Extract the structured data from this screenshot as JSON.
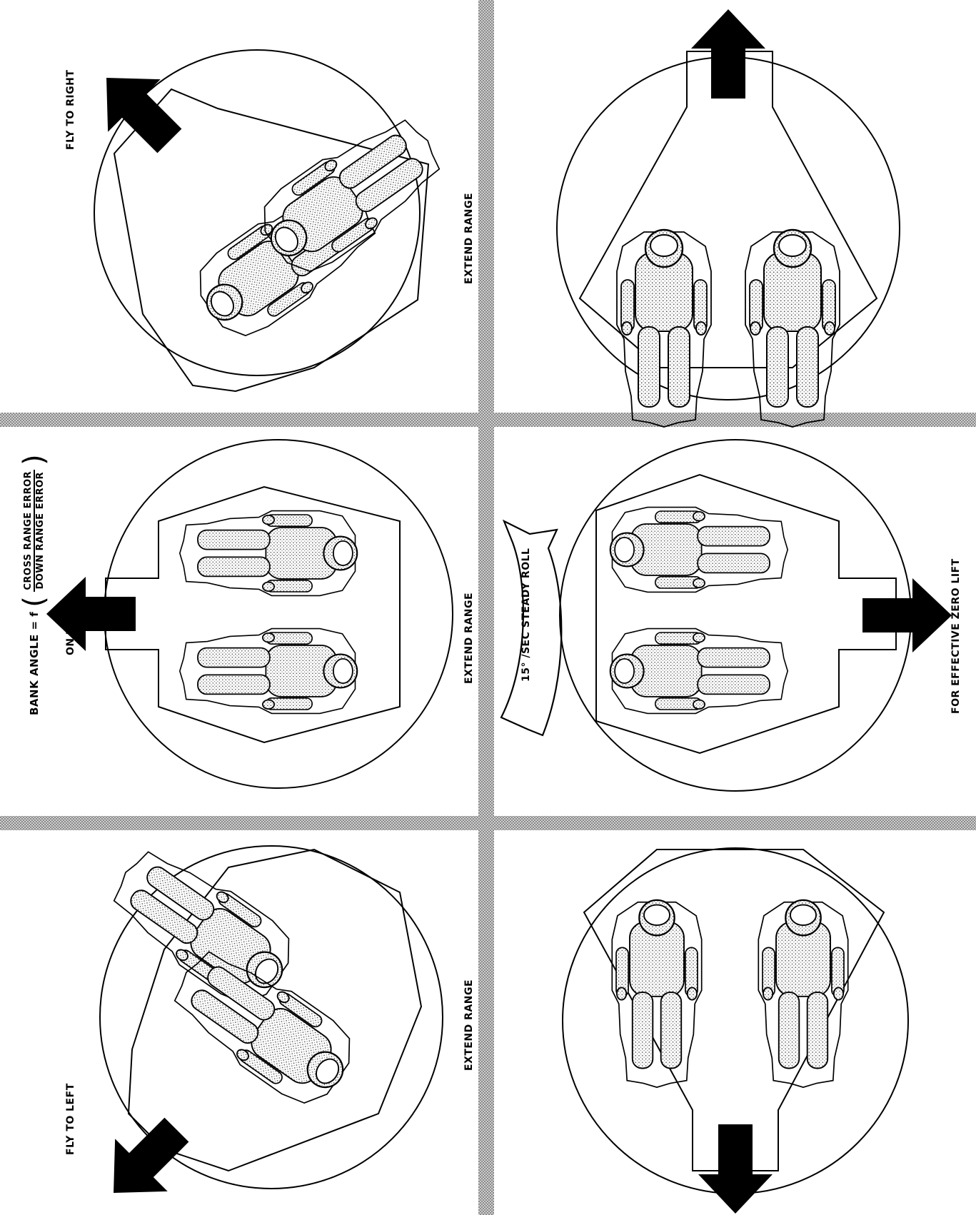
{
  "labels": {
    "fly_to_right": "FLY TO RIGHT",
    "on_track": "ON TRACK",
    "fly_to_left": "FLY TO LEFT",
    "extend_range_top": "EXTEND RANGE",
    "extend_range_middle": "EXTEND RANGE",
    "extend_range_bottom": "EXTEND RANGE",
    "steady_roll": "15° /SEC STEADY ROLL",
    "effective_zero_lift": "FOR EFFECTIVE ZERO LIFT"
  },
  "formula": {
    "prefix": "BANK ANGLE = f",
    "numerator": "CROSS RANGE ERROR",
    "denominator": "DOWN RANGE ERROR"
  },
  "colors": {
    "line": "#000000",
    "separator": "#9a9a9a",
    "suit_fill": "#d2d2d2"
  }
}
